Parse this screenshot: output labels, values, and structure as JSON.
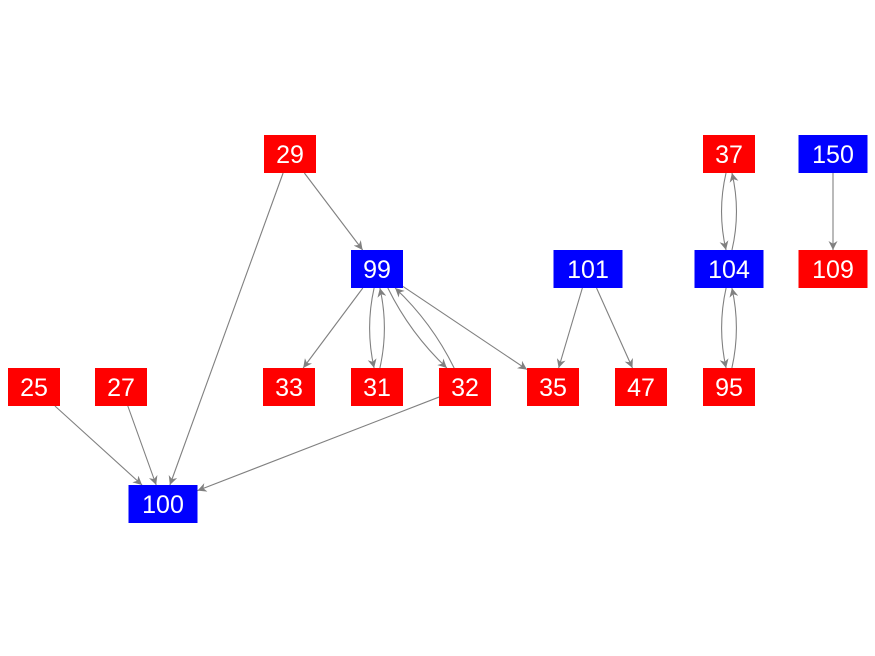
{
  "colors": {
    "red": "#ff0000",
    "blue": "#0000ff",
    "edge": "#808080",
    "text": "#ffffff"
  },
  "nodes": [
    {
      "id": "29",
      "label": "29",
      "color": "red"
    },
    {
      "id": "99",
      "label": "99",
      "color": "blue"
    },
    {
      "id": "101",
      "label": "101",
      "color": "blue"
    },
    {
      "id": "37",
      "label": "37",
      "color": "red"
    },
    {
      "id": "150",
      "label": "150",
      "color": "blue"
    },
    {
      "id": "104",
      "label": "104",
      "color": "blue"
    },
    {
      "id": "109",
      "label": "109",
      "color": "red"
    },
    {
      "id": "25",
      "label": "25",
      "color": "red"
    },
    {
      "id": "27",
      "label": "27",
      "color": "red"
    },
    {
      "id": "33",
      "label": "33",
      "color": "red"
    },
    {
      "id": "31",
      "label": "31",
      "color": "red"
    },
    {
      "id": "32",
      "label": "32",
      "color": "red"
    },
    {
      "id": "35",
      "label": "35",
      "color": "red"
    },
    {
      "id": "47",
      "label": "47",
      "color": "red"
    },
    {
      "id": "95",
      "label": "95",
      "color": "red"
    },
    {
      "id": "100",
      "label": "100",
      "color": "blue"
    }
  ],
  "edges": [
    [
      "29",
      "99"
    ],
    [
      "29",
      "100"
    ],
    [
      "99",
      "33"
    ],
    [
      "99",
      "31"
    ],
    [
      "31",
      "99"
    ],
    [
      "99",
      "32"
    ],
    [
      "32",
      "99"
    ],
    [
      "99",
      "35"
    ],
    [
      "32",
      "100"
    ],
    [
      "25",
      "100"
    ],
    [
      "27",
      "100"
    ],
    [
      "101",
      "35"
    ],
    [
      "101",
      "47"
    ],
    [
      "37",
      "104"
    ],
    [
      "104",
      "37"
    ],
    [
      "104",
      "95"
    ],
    [
      "95",
      "104"
    ],
    [
      "150",
      "109"
    ]
  ]
}
